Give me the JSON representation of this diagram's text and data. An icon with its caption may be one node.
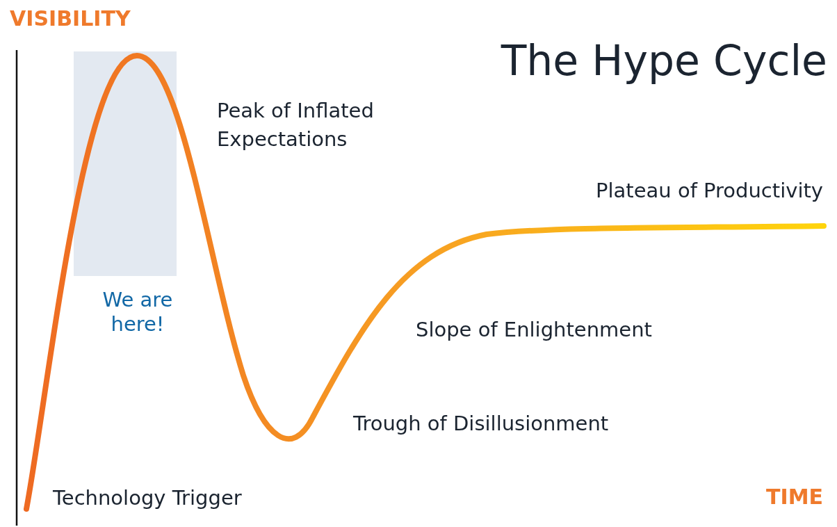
{
  "diagram": {
    "title": "The Hype Cycle",
    "labels": [
      "VISIBILITY",
      "Peak of Inflated Expectations",
      "Plateau of Productivity",
      "We are here!",
      "Slope of Enlightenment",
      "Trough of Disillusionment",
      "Technology Trigger",
      "TIME"
    ]
  }
}
